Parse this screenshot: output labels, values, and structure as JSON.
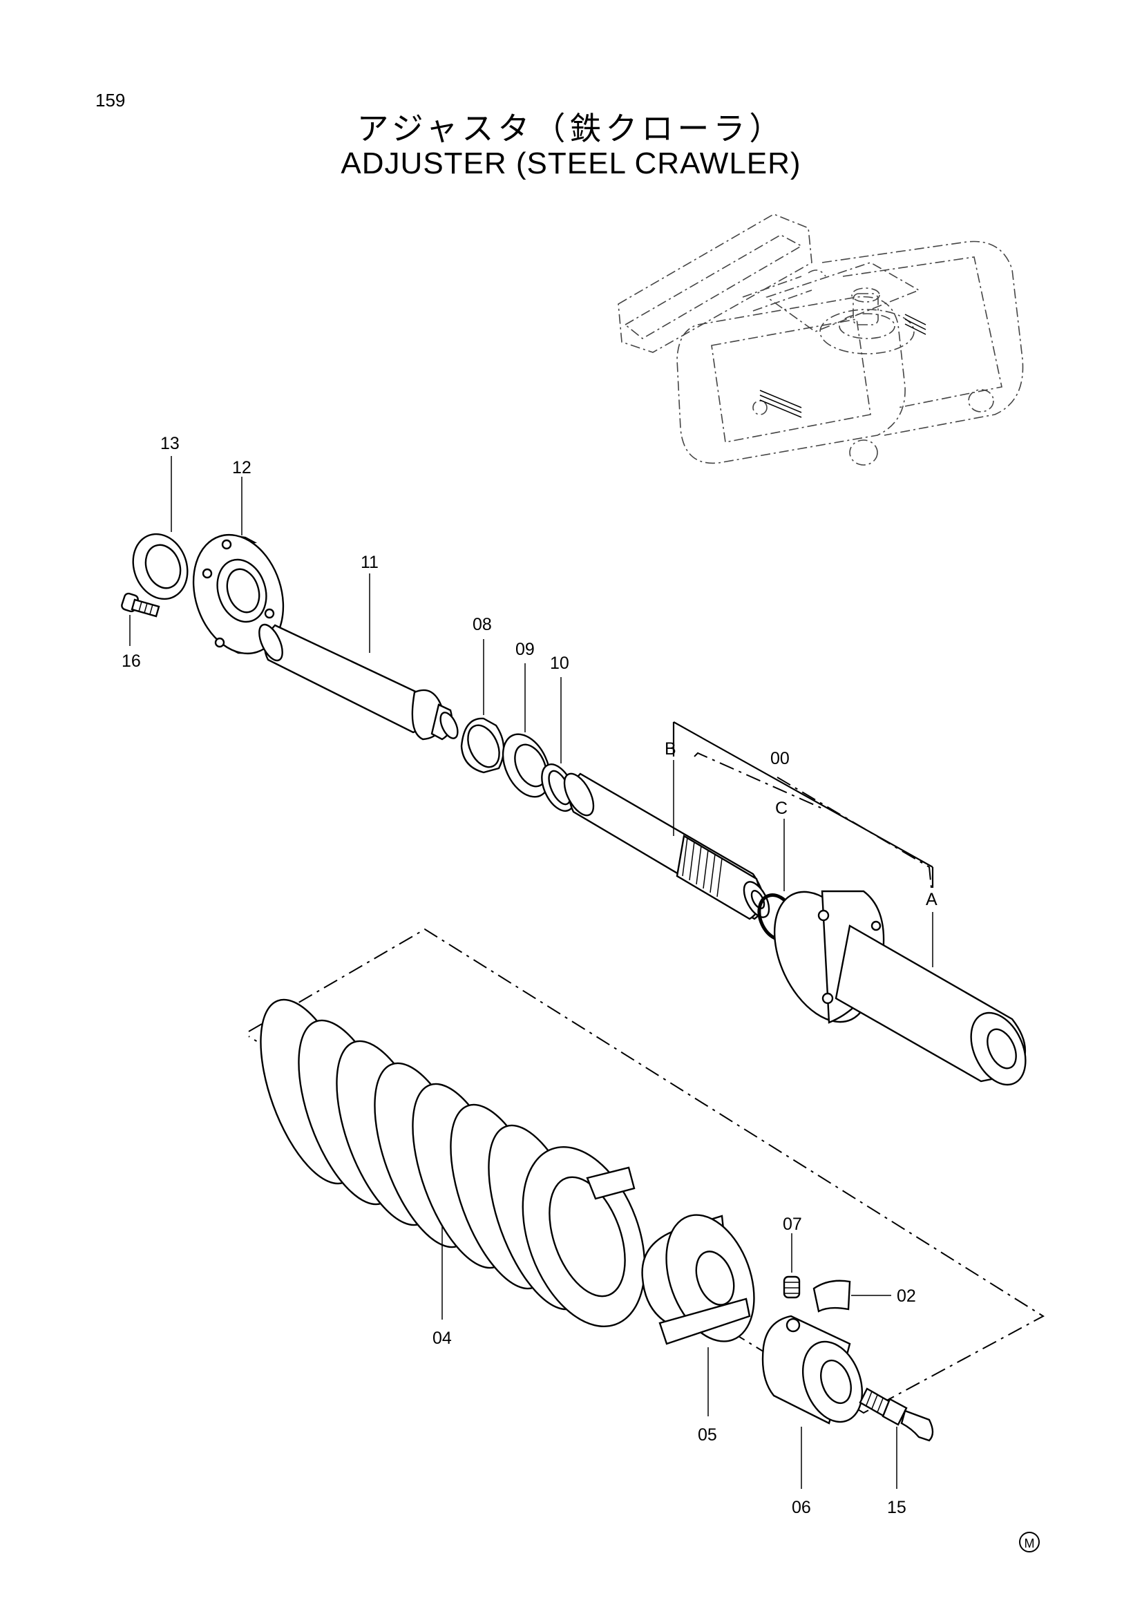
{
  "page_number": "159",
  "title_jp": "アジャスタ（鉄クローラ）",
  "title_en": "ADJUSTER (STEEL CRAWLER)",
  "labels": {
    "p00": "00",
    "p02": "02",
    "p04": "04",
    "p05": "05",
    "p06": "06",
    "p07": "07",
    "p08": "08",
    "p09": "09",
    "p10": "10",
    "p11": "11",
    "p12": "12",
    "p13": "13",
    "p15": "15",
    "p16": "16",
    "a": "A",
    "b": "B",
    "c": "C"
  },
  "mark": "M"
}
